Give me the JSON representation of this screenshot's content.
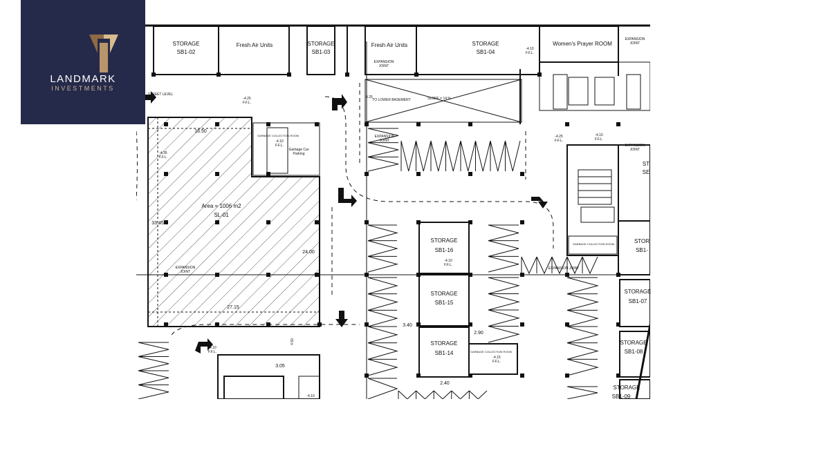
{
  "brand": {
    "name": "LANDMARK",
    "tagline": "INVESTMENTS",
    "accent": "#b8956a",
    "panel": "#262a4a"
  },
  "rooms_top": [
    {
      "label": "STORAGE",
      "code": "SB1-02"
    },
    {
      "label": "Fresh Air Units"
    },
    {
      "label": "STORAGE",
      "code": "SB1-03"
    },
    {
      "label": "Fresh Air Units"
    },
    {
      "label": "STORAGE",
      "code": "SB1-04",
      "level": "-4.10",
      "level_note": "F.F.L."
    },
    {
      "label": "Women's Prayer ROOM"
    }
  ],
  "storages_mid": [
    {
      "label": "STORAGE",
      "code": "SB1-16",
      "level": "-4.10",
      "level_note": "F.F.L."
    },
    {
      "label": "STORAGE",
      "code": "SB1-15"
    },
    {
      "label": "STORAGE",
      "code": "SB1-14"
    }
  ],
  "storages_right": [
    {
      "label": "ST",
      "code": "SE"
    },
    {
      "label": "STOR",
      "code": "SB1-"
    },
    {
      "label": "STORAGE",
      "code": "SB1-07"
    },
    {
      "label": "STORAGE",
      "code": "SB1-08"
    },
    {
      "label": "STORAGE",
      "code": "SB1-09"
    }
  ],
  "shop": {
    "area": "Area = 1006 m2",
    "code": "SL-01",
    "dims": [
      "16.50",
      "33.45",
      "24.00",
      "27.15"
    ],
    "level": "-4.35",
    "level_note": "F.F.L."
  },
  "notes": {
    "street_level": "STREET LEVEL",
    "slope": "SLOPE = 14 %",
    "lower_basement": "TO LOWER BASEMENT",
    "expansion_joint": "EXPANSION JOINT",
    "expansion": "EXPANSION",
    "joint": "JOINT",
    "garbage_room": "GARBAGE COLLECTION ROOM",
    "garbage_car": "Garbage Car",
    "parking": "Parking",
    "level_425": "-4.25",
    "level_410": "-4.10",
    "level_415": "-4.15",
    "ffl": "F.F.L.",
    "dim_340": "3.40",
    "dim_290": "2.90",
    "dim_305": "3.05",
    "dim_240": "2.40",
    "dim_450": "4.50"
  }
}
